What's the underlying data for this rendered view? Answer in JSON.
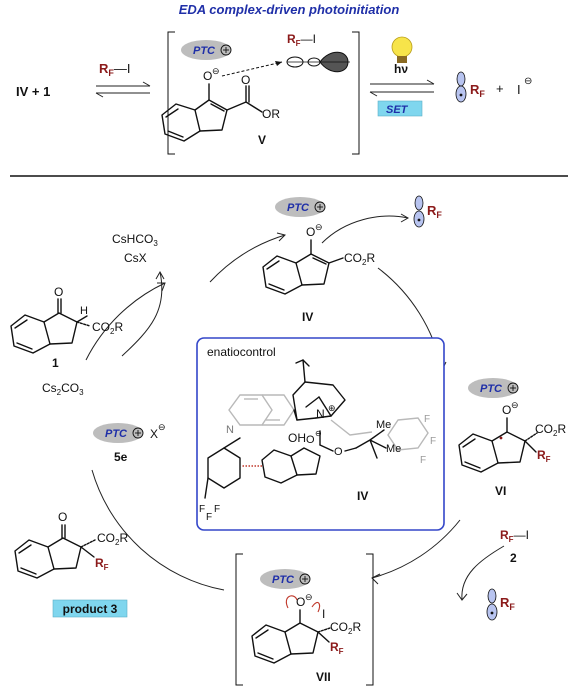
{
  "title": "EDA complex-driven photoinitiation",
  "top": {
    "lhs": "IV + 1",
    "reagent": "R",
    "reagent_sub": "F",
    "reagent_tail": "—I",
    "complex_label": "V",
    "ester_r": "OR",
    "o_minus": "O",
    "light": "hν",
    "set": "SET",
    "product_r": "R",
    "product_sub": "F",
    "plus": "+",
    "iodide": "I"
  },
  "cycle": {
    "ptc": "PTC",
    "csco": "CsHCO",
    "csco_sub": "3",
    "csx": "CsX",
    "sm_label": "1",
    "sm_h": "H",
    "sm_ester": "CO",
    "sm_ester_sub": "2",
    "sm_ester_r": "R",
    "base": "Cs",
    "base_sub1": "2",
    "base_mid": "CO",
    "base_sub2": "3",
    "cat_x": "X",
    "cat_label": "5e",
    "iv_label": "IV",
    "vi_label": "VI",
    "vii_label": "VII",
    "reagent2_label": "2",
    "o_label": "O",
    "i_label": "I",
    "inset_title": "enatiocontrol",
    "inset_label": "IV",
    "inset_oh": "OH",
    "inset_n": "N",
    "inset_me1": "Me",
    "inset_me2": "Me",
    "inset_f": "F",
    "product_label": "product 3",
    "r": "R",
    "f": "F"
  },
  "colors": {
    "title_blue": "#1f2fa8",
    "rf_red": "#8b1a1a",
    "set_cyan": "#7fd6ee",
    "inset_border": "#3346c9",
    "orbital_blue": "#b8c4f0"
  }
}
